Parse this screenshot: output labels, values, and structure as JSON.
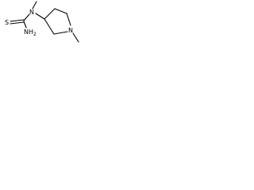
{
  "molecule": {
    "atoms": {
      "sulfur": "S",
      "amide_nitrogen": "N",
      "ring_nitrogen": "N",
      "amine": "NH",
      "amine_subscript": "2"
    },
    "bond_color": "#000000",
    "background": "#ffffff"
  }
}
